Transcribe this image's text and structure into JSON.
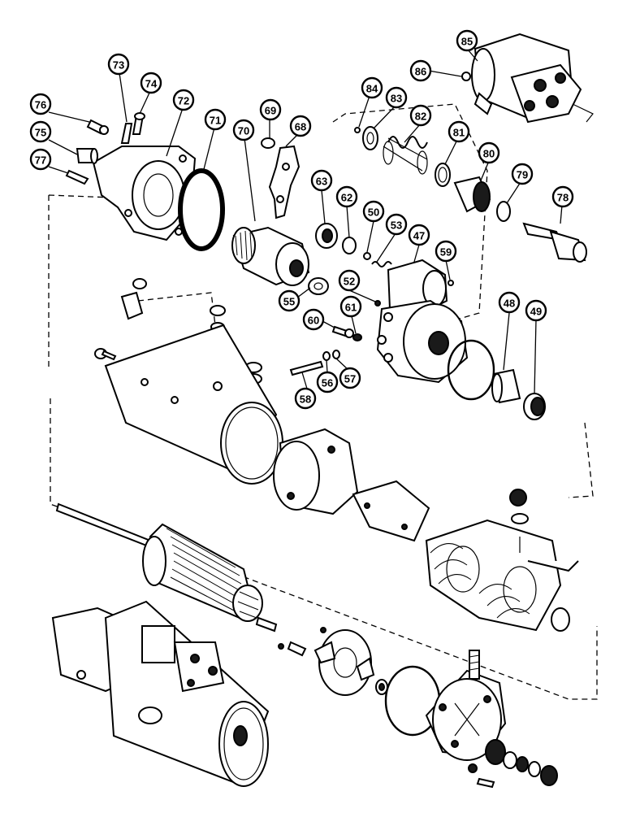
{
  "diagram": {
    "callouts": [
      "85",
      "86",
      "84",
      "83",
      "82",
      "81",
      "80",
      "79",
      "78",
      "76",
      "73",
      "74",
      "72",
      "71",
      "70",
      "69",
      "68",
      "75",
      "77",
      "63",
      "62",
      "50",
      "53",
      "47",
      "59",
      "52",
      "55",
      "60",
      "61",
      "48",
      "49",
      "56",
      "57",
      "58"
    ]
  }
}
